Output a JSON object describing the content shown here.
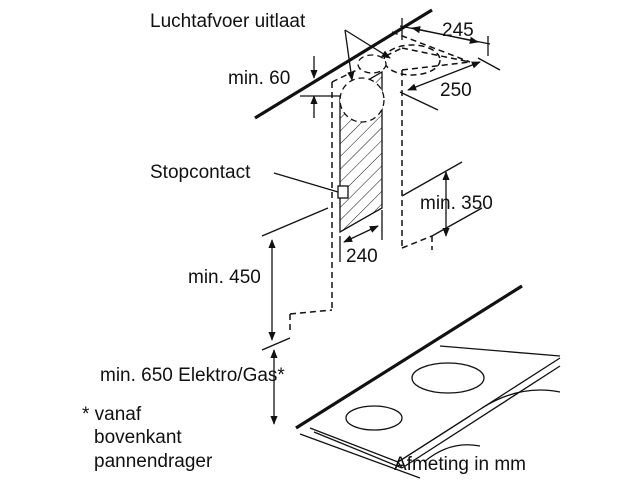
{
  "labels": {
    "air_outlet": "Luchtafvoer uitlaat",
    "socket": "Stopcontact",
    "min_60": "min. 60",
    "dim_245": "245",
    "dim_250": "250",
    "min_350": "min. 350",
    "dim_240": "240",
    "min_450": "min. 450",
    "min_650": "min. 650 Elektro/Gas*",
    "footnote_line1": "* vanaf",
    "footnote_line2": "bovenkant",
    "footnote_line3": "pannendrager",
    "units": "Afmeting in mm"
  }
}
